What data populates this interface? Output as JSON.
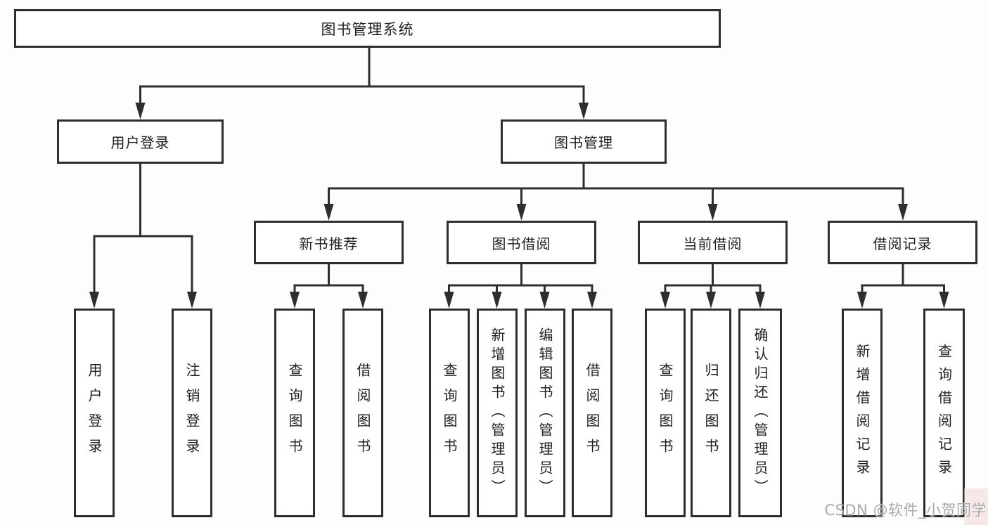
{
  "colors": {
    "line": "#2e2e2e",
    "text": "#1f1f1f",
    "box_background": "#ffffff",
    "watermark_text": "#a9a9a9",
    "watermark_corner": "#f3d6d6"
  },
  "tree": {
    "root": "图书管理系统",
    "level2": [
      {
        "label": "用户登录",
        "children": [
          "用户登录",
          "注销登录"
        ]
      },
      {
        "label": "图书管理"
      }
    ],
    "level3": [
      {
        "label": "新书推荐",
        "children": [
          "查询图书",
          "借阅图书"
        ]
      },
      {
        "label": "图书借阅",
        "children": [
          "查询图书",
          "新增图书（管理员）",
          "编辑图书（管理员）",
          "借阅图书"
        ]
      },
      {
        "label": "当前借阅",
        "children": [
          "查询图书",
          "归还图书",
          "确认归还（管理员）"
        ]
      },
      {
        "label": "借阅记录",
        "children": [
          "新增借阅记录",
          "查询借阅记录"
        ]
      }
    ]
  },
  "watermark": {
    "text": "CSDN @软件_小贺同学"
  }
}
